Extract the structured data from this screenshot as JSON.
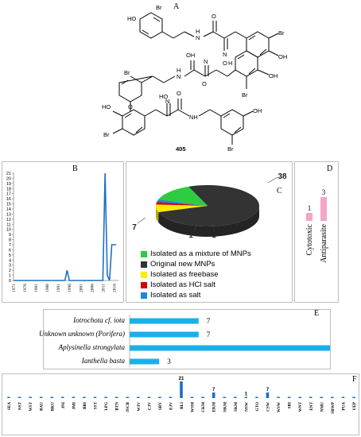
{
  "panels": {
    "a": "A",
    "b": "B",
    "c": "C",
    "d": "D",
    "e": "E",
    "f": "F"
  },
  "structure": {
    "compound_number": "405",
    "atom_labels": {
      "br": "Br",
      "ho": "HO",
      "oh": "OH",
      "n": "N",
      "h": "H",
      "o": "O",
      "nh": "NH"
    }
  },
  "chart_data": [
    {
      "panel": "B",
      "type": "line",
      "x": [
        1971,
        1994,
        1995,
        1996,
        2011,
        2012,
        2013,
        2014,
        2015,
        2016,
        2017
      ],
      "y": [
        0,
        0,
        2,
        0,
        0,
        21,
        1,
        0,
        7,
        7,
        7
      ],
      "xticks": [
        "1971",
        "1976",
        "1981",
        "1986",
        "1991",
        "1996",
        "2001",
        "2006",
        "2011",
        "2016"
      ],
      "yticks": [
        0,
        1,
        2,
        3,
        4,
        5,
        6,
        7,
        8,
        9,
        10,
        11,
        12,
        13,
        14,
        15,
        16,
        17,
        18,
        19,
        20,
        21
      ],
      "xlim": [
        1971,
        2018
      ],
      "ylim": [
        0,
        21
      ],
      "color": "#1f6fc4"
    },
    {
      "panel": "C",
      "type": "pie",
      "slices": [
        {
          "label": "Isolated as a mixture of MNPs",
          "value": 7,
          "color": "#2ecc40"
        },
        {
          "label": "Original new MNPs",
          "value": 38,
          "color": "#333333"
        },
        {
          "label": "Isolated as freebase",
          "value": 3,
          "color": "#ffeb00"
        },
        {
          "label": "Isolated as HCl salt",
          "value": 1,
          "color": "#d40000"
        },
        {
          "label": "Isolated as salt",
          "value": 1,
          "color": "#1e88d8"
        }
      ],
      "data_labels": [
        "38",
        "3",
        "1",
        "1",
        "7"
      ]
    },
    {
      "panel": "D",
      "type": "bar",
      "categories": [
        "Cytotoxic",
        "Antiparasite"
      ],
      "values": [
        1,
        3
      ],
      "color": "#f4a6c8"
    },
    {
      "panel": "E",
      "type": "bar",
      "orientation": "horizontal",
      "categories": [
        "Iotrochota cf. iota",
        "Unknown unknown (Porifera)",
        "Aplysinella strongylata",
        "Ianthella basta"
      ],
      "values": [
        7,
        7,
        21,
        3
      ],
      "color": "#1ab0ea"
    },
    {
      "panel": "F",
      "type": "bar",
      "categories": [
        "SEA",
        "NST",
        "WST",
        "BAU",
        "BKU",
        "JNI",
        "JMI",
        "BBI",
        "SST",
        "LPG",
        "BTN",
        "JSCB",
        "WJV",
        "CJV",
        "SRY",
        "EJV",
        "BLI",
        "WSM",
        "CKM",
        "EKM",
        "NKM",
        "SKM",
        "NSW",
        "GTO",
        "CSW",
        "WSW",
        "SBI",
        "WNT",
        "ENT",
        "NMU",
        "SBWP",
        "PUA",
        "UEP"
      ],
      "values": [
        0,
        0,
        0,
        0,
        0,
        0,
        0,
        0,
        0,
        0,
        0,
        0,
        0,
        0,
        0,
        0,
        21,
        0,
        0,
        7,
        0,
        0,
        1,
        0,
        7,
        0,
        0,
        0,
        0,
        0,
        0,
        0,
        0
      ],
      "data_labels": {
        "BLI": "21",
        "EKM": "7",
        "NSW": "1",
        "CSW": "7"
      },
      "color": "#1f6fc4"
    }
  ]
}
